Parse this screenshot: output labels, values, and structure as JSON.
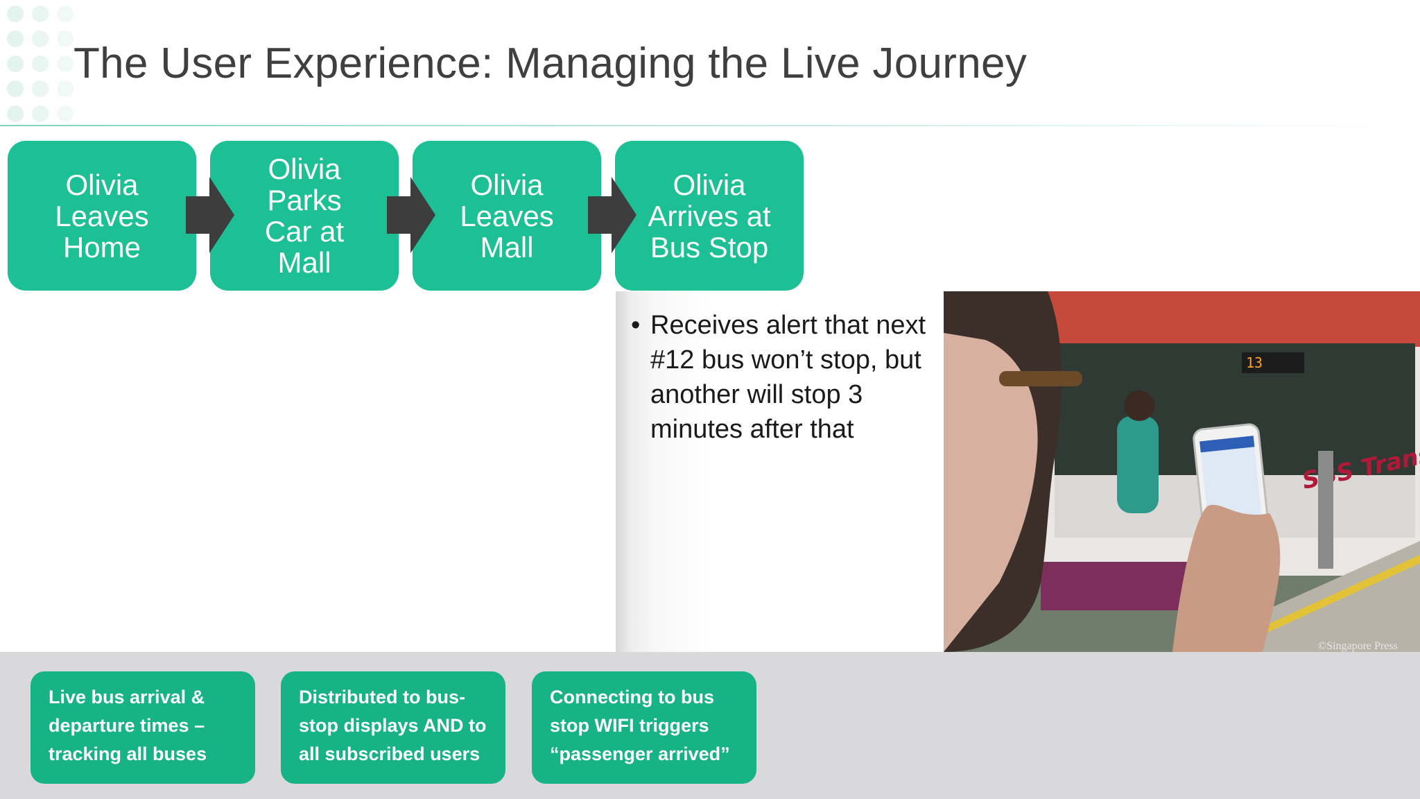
{
  "title": "The User Experience: Managing the Live Journey",
  "steps": [
    {
      "lines": [
        "Olivia",
        "Leaves",
        "Home"
      ]
    },
    {
      "lines": [
        "Olivia",
        "Parks",
        "Car at",
        "Mall"
      ]
    },
    {
      "lines": [
        "Olivia",
        "Leaves",
        "Mall"
      ]
    },
    {
      "lines": [
        "Olivia",
        "Arrives at",
        "Bus Stop"
      ]
    }
  ],
  "bullet": {
    "marker": "•",
    "text": "Receives alert that next #12 bus won’t stop, but another will stop 3 minutes after that"
  },
  "photo": {
    "credit": "©Singapore Press",
    "bus_route": "13",
    "bus_brand": "SBS Transit"
  },
  "cards": [
    "Live bus arrival & departure times – tracking all buses",
    "Distributed to bus-stop displays AND to all subscribed users",
    "Connecting to bus stop WIFI triggers “passenger arrived”"
  ],
  "colors": {
    "step_green": "#1dbf94",
    "card_green": "#17b386",
    "arrow": "#3d3d3d",
    "band": "#d9d9dc"
  }
}
